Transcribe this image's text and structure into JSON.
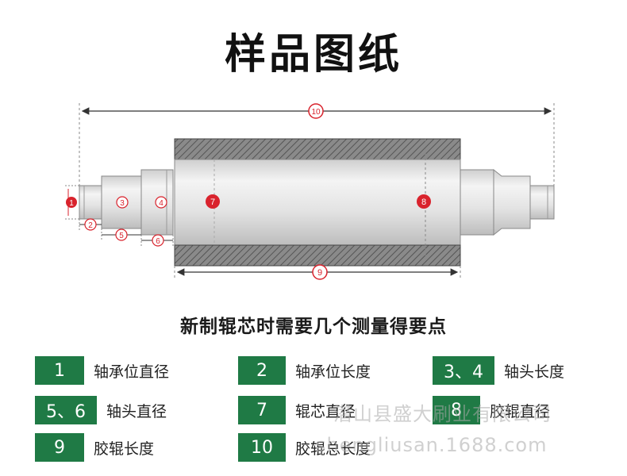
{
  "title": "样品图纸",
  "subtitle": "新制辊芯时需要几个测量得要点",
  "callouts": [
    "1",
    "2",
    "3",
    "4",
    "5",
    "6",
    "7",
    "8",
    "9",
    "10"
  ],
  "legend": [
    {
      "badge": "1",
      "label": "轴承位直径"
    },
    {
      "badge": "2",
      "label": "轴承位长度"
    },
    {
      "badge": "3、4",
      "label": "轴头长度"
    },
    {
      "badge": "5、6",
      "label": "轴头直径"
    },
    {
      "badge": "7",
      "label": "辊芯直径"
    },
    {
      "badge": "8",
      "label": "胶辊直径"
    },
    {
      "badge": "9",
      "label": "胶辊长度"
    },
    {
      "badge": "10",
      "label": "胶辊总长度"
    }
  ],
  "watermark": {
    "line1": "潜山县盛大刷业有限公司",
    "line2": "shengliusan.1688.com"
  },
  "colors": {
    "accent": "#1f7a45",
    "marker": "#d9232d",
    "hatch": "#666666",
    "body": "#e6e6e6"
  }
}
